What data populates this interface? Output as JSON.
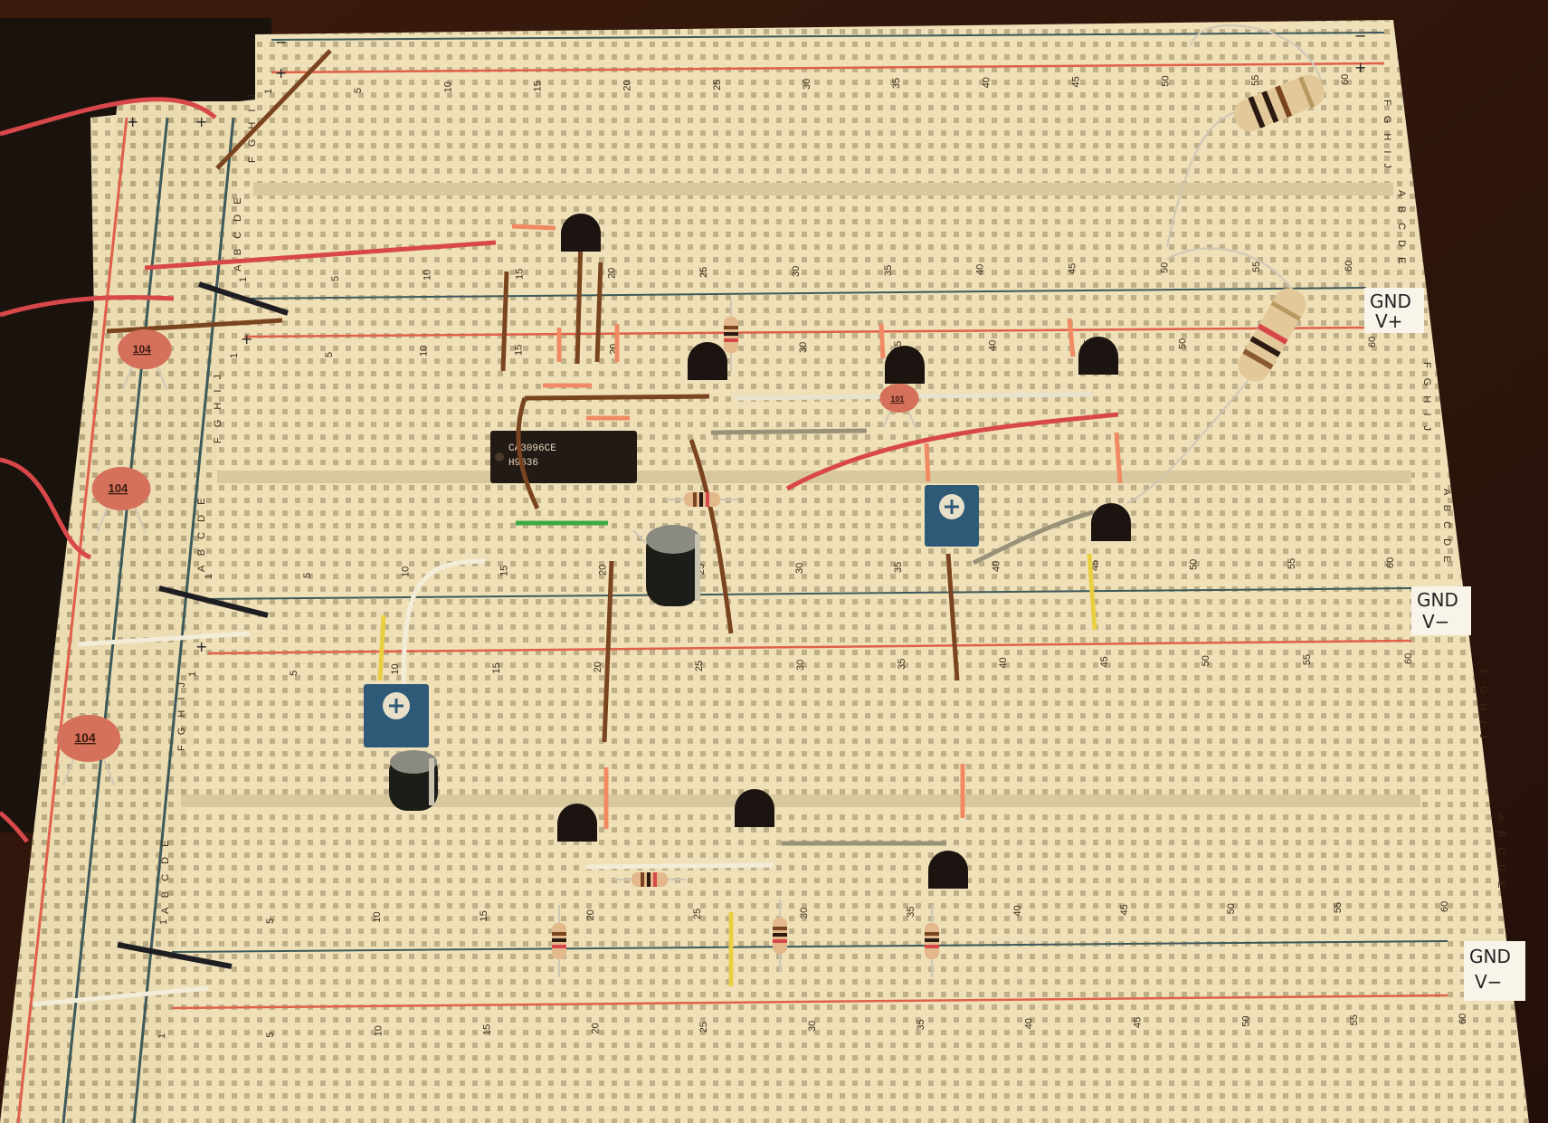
{
  "column_numbers": [
    "1",
    "5",
    "10",
    "15",
    "20",
    "25",
    "30",
    "35",
    "40",
    "45",
    "50",
    "55",
    "60"
  ],
  "row_groups": {
    "upper": "F G H I J",
    "lower": "A B C D E"
  },
  "rail_signs": {
    "plus": "+",
    "minus": "−"
  },
  "rail_tags": [
    {
      "line1": "GND",
      "line2": "V+"
    },
    {
      "line1": "GND",
      "line2": "V−"
    },
    {
      "line1": "GND",
      "line2": "V−"
    }
  ],
  "ic": {
    "line1": "CA3096CE",
    "line2": "H9636"
  },
  "ceramic_cap_label": "104",
  "small_cap_label": "101",
  "colors": {
    "board": "#efe0b8",
    "rail_red": "#e0604a",
    "rail_blue": "#3d5a5a",
    "wire_red": "#d8474a",
    "wire_brown": "#7a4420",
    "wire_black": "#1e1e22",
    "wire_white": "#f2ecd8",
    "wire_yellow": "#e8d040",
    "wire_green": "#3ea845",
    "wire_orange": "#f08a62",
    "transistor": "#1c1410",
    "trimpot": "#2e5a78",
    "ceramic_cap": "#d5705a"
  }
}
